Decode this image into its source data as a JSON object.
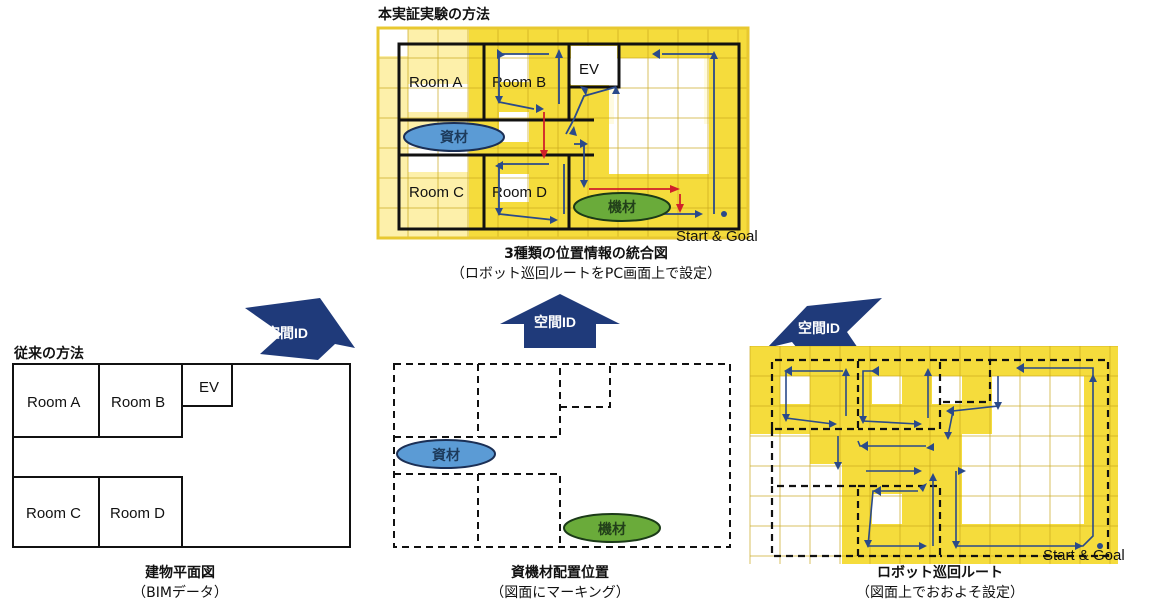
{
  "sections": {
    "proposed": {
      "title": "本実証実験の方法",
      "caption_main": "3種類の位置情報の統合図",
      "caption_sub": "（ロボット巡回ルートをPC画面上で設定）",
      "rooms": [
        "Room A",
        "Room B",
        "Room C",
        "Room D"
      ],
      "ev_label": "EV",
      "material_label": "資材",
      "equipment_label": "機材",
      "start_goal_label": "Start & Goal"
    },
    "conventional": {
      "title": "従来の方法",
      "caption_main": "建物平面図",
      "caption_sub": "（BIMデータ）",
      "rooms": [
        "Room A",
        "Room B",
        "Room C",
        "Room D"
      ],
      "ev_label": "EV"
    },
    "materials": {
      "caption_main": "資機材配置位置",
      "caption_sub": "（図面にマーキング）",
      "material_label": "資材",
      "equipment_label": "機材"
    },
    "route": {
      "caption_main": "ロボット巡回ルート",
      "caption_sub": "（図面上でおおよそ設定）",
      "start_goal_label": "Start & Goal"
    }
  },
  "arrows": {
    "left_label": "空間ID",
    "center_label": "空間ID",
    "right_label": "空間ID"
  },
  "colors": {
    "grid_yellow": "#f5dc3c",
    "grid_line": "#c9a81e",
    "route_blue": "#2a4a8a",
    "arrow_navy": "#1f3a7a",
    "route_red": "#d0202a",
    "material_blue": "#5b9bd5",
    "equipment_green": "#6aab3a",
    "wall": "#111111"
  }
}
